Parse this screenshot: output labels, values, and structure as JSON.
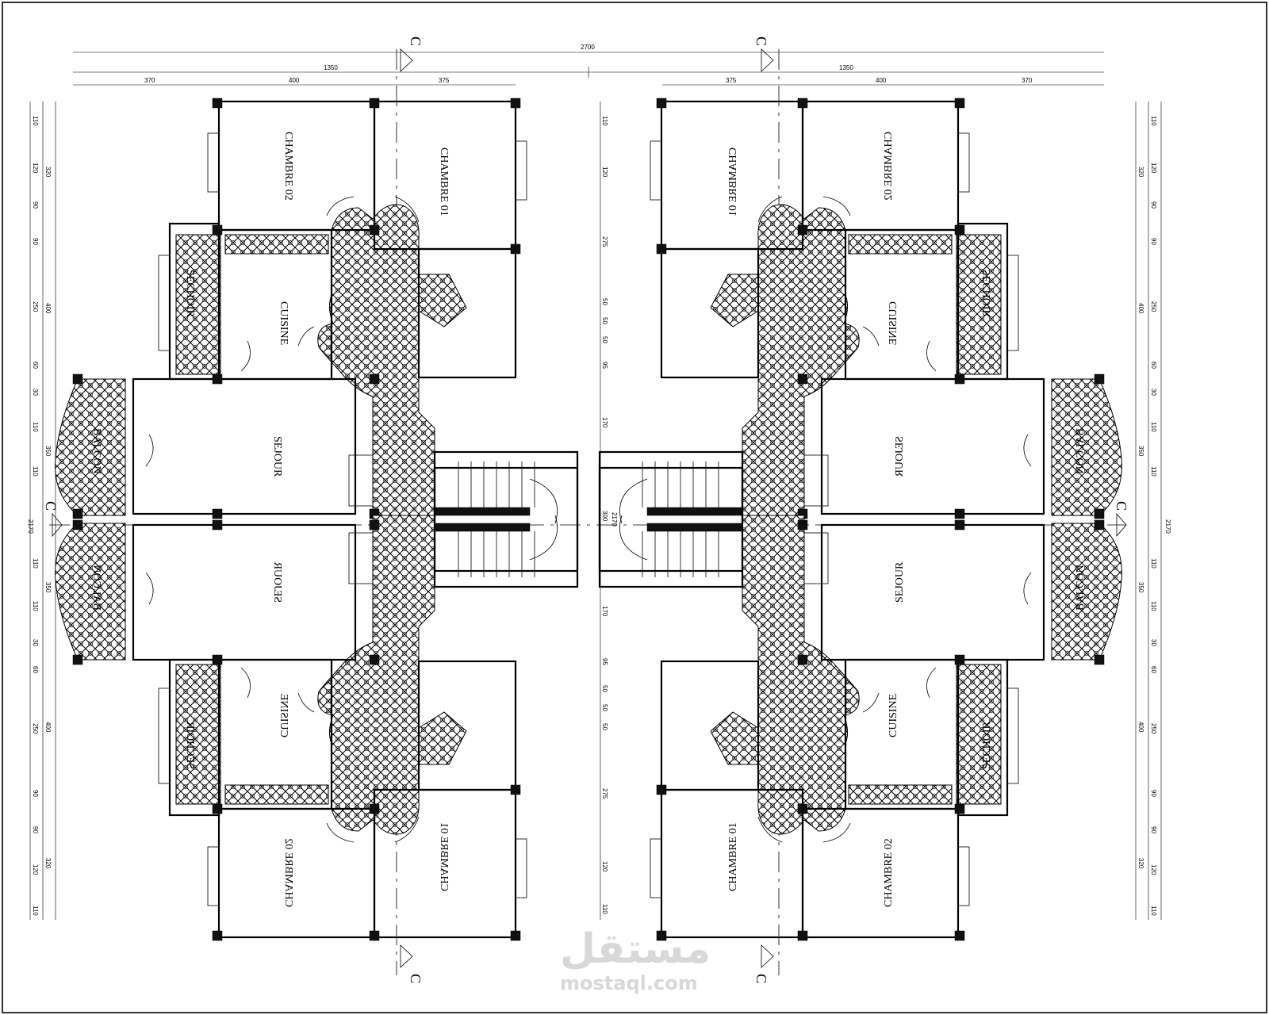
{
  "drawing": {
    "top_dims": {
      "overall": "2700",
      "half_left": "1350",
      "half_right": "1350",
      "left_parts": [
        "370",
        "400",
        "375"
      ],
      "right_parts": [
        "375",
        "400",
        "370"
      ]
    },
    "side_dims": {
      "outer_top": [
        "110",
        "120",
        "90",
        "90",
        "250",
        "60",
        "30",
        "110",
        "110"
      ],
      "outer_bottom": [
        "110",
        "110",
        "30",
        "60",
        "250",
        "90",
        "90",
        "120",
        "110"
      ],
      "group_top": [
        "320",
        "400",
        "350"
      ],
      "group_bottom": [
        "350",
        "400",
        "320"
      ],
      "total": "2170",
      "center_col_top": [
        "110",
        "120",
        "275",
        "50",
        "50",
        "50",
        "95",
        "170"
      ],
      "center_col_bottom": [
        "170",
        "95",
        "50",
        "50",
        "50",
        "275",
        "120",
        "110"
      ],
      "center_mid": "300",
      "center_total": "2170"
    },
    "section_marks": {
      "top_left": "C",
      "top_right": "C",
      "bottom_left": "C",
      "bottom_right": "C",
      "mid_left": "C",
      "mid_right": "C"
    },
    "rooms": {
      "chambre_01": "CHAMBRE 01",
      "chambre_02": "CHAMBRE 02",
      "cuisine": "CUISINE",
      "sechoir": "SECHOIR",
      "sejour": "SEJOUR",
      "balcon": "BALCON"
    }
  },
  "watermark": {
    "arabic": "مستقل",
    "latin": "mostaql.com"
  }
}
